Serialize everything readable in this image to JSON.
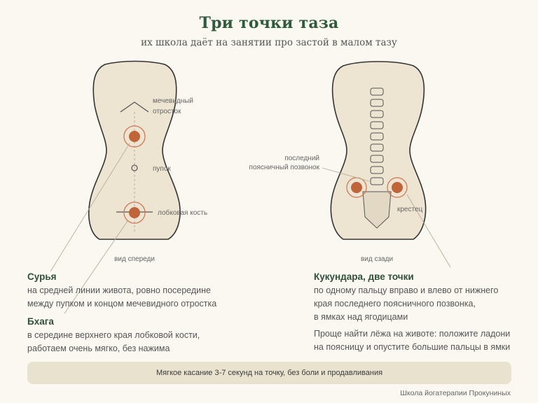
{
  "header": {
    "title": "Три точки таза",
    "subtitle": "их школа даёт на занятии про застой в малом тазу"
  },
  "front_view": {
    "caption": "вид спереди",
    "labels": {
      "xiphoid_line1": "мечевидный",
      "xiphoid_line2": "отросток",
      "navel": "пупок",
      "pubic": "лобковая кость"
    }
  },
  "back_view": {
    "caption": "вид сзади",
    "labels": {
      "vertebra_line1": "последний",
      "vertebra_line2": "поясничный позвонок",
      "sacrum": "крестец"
    }
  },
  "points": {
    "surya": {
      "title": "Сурья",
      "line1": "на средней линии живота, ровно посередине",
      "line2": "между пупком и концом мечевидного отростка"
    },
    "bhaga": {
      "title": "Бхага",
      "line1": "в середине верхнего края лобковой кости,",
      "line2": "работаем очень мягко, без нажима"
    },
    "kukundara": {
      "title": "Кукундара, две точки",
      "line1": "по одному пальцу вправо и влево от нижнего",
      "line2": "края последнего поясничного позвонка,",
      "line3": "в ямках над ягодицами",
      "tip_line1": "Проще найти лёжа на животе: положите ладони",
      "tip_line2": "на поясницу и опустите большие пальцы в ямки"
    }
  },
  "banner": {
    "text": "Мягкое касание 3-7 секунд на точку, без боли и продавливания"
  },
  "footer": {
    "text": "Школа йогатерапии Прокуниных"
  },
  "colors": {
    "title_green": "#2f5a3c",
    "body_fill": "#ede4d1",
    "point_fill": "#c0643a",
    "point_ring": "#cd7a55",
    "banner_bg": "#e9e2cf"
  }
}
